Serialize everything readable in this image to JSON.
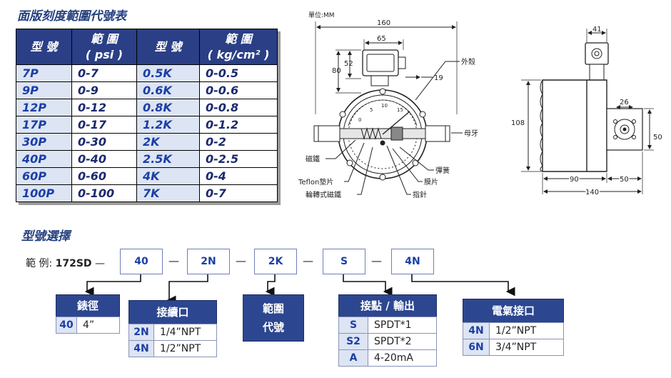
{
  "range_section": {
    "title": "面版刻度範圍代號表"
  },
  "range_table": {
    "headers": {
      "model": "型 號",
      "range_label": "範 圍",
      "psi_unit": "( psi )",
      "kg_unit": "( kg/cm² )"
    },
    "rows": [
      {
        "psi_model": "7P",
        "psi_range": "0-7",
        "kg_model": "0.5K",
        "kg_range": "0-0.5"
      },
      {
        "psi_model": "9P",
        "psi_range": "0-9",
        "kg_model": "0.6K",
        "kg_range": "0-0.6"
      },
      {
        "psi_model": "12P",
        "psi_range": "0-12",
        "kg_model": "0.8K",
        "kg_range": "0-0.8"
      },
      {
        "psi_model": "17P",
        "psi_range": "0-17",
        "kg_model": "1.2K",
        "kg_range": "0-1.2"
      },
      {
        "psi_model": "30P",
        "psi_range": "0-30",
        "kg_model": "2K",
        "kg_range": "0-2"
      },
      {
        "psi_model": "40P",
        "psi_range": "0-40",
        "kg_model": "2.5K",
        "kg_range": "0-2.5"
      },
      {
        "psi_model": "60P",
        "psi_range": "0-60",
        "kg_model": "4K",
        "kg_range": "0-4"
      },
      {
        "psi_model": "100P",
        "psi_range": "0-100",
        "kg_model": "7K",
        "kg_range": "0-7"
      }
    ]
  },
  "diagram": {
    "unit_note": "單位:MM",
    "dims": {
      "w160": "160",
      "w65": "65",
      "h52": "52",
      "h80": "80",
      "d19": "19",
      "w41": "41",
      "h108": "108",
      "w26": "26",
      "h50": "50",
      "w90": "90",
      "w50": "50",
      "w140": "140"
    },
    "labels": {
      "housing": "外殼",
      "female_thread": "母牙",
      "magnet": "磁鐵",
      "spring": "彈簧",
      "teflon": "Teflon墊片",
      "diaphragm": "膜片",
      "wheel_magnet": "輪轉式磁鐵",
      "pointer": "指針"
    },
    "scale": {
      "t0": "0",
      "t5": "5",
      "t10": "10",
      "t15": "15"
    }
  },
  "selection": {
    "title": "型號選擇",
    "example_label": "範 例:",
    "example_code": "172SD",
    "dash": "—",
    "example_parts": [
      "40",
      "2N",
      "2K",
      "S",
      "4N"
    ],
    "dial": {
      "header": "錶徑",
      "rows": [
        {
          "code": "40",
          "desc": "4”"
        }
      ]
    },
    "connection": {
      "header": "接續口",
      "rows": [
        {
          "code": "2N",
          "desc": "1/4”NPT"
        },
        {
          "code": "4N",
          "desc": "1/2”NPT"
        }
      ]
    },
    "range_code": {
      "header_line1": "範圍",
      "header_line2": "代號"
    },
    "contact": {
      "header": "接點 / 輸出",
      "rows": [
        {
          "code": "S",
          "desc": "SPDT*1"
        },
        {
          "code": "S2",
          "desc": "SPDT*2"
        },
        {
          "code": "A",
          "desc": "4-20mA"
        }
      ]
    },
    "electrical": {
      "header": "電氣接口",
      "rows": [
        {
          "code": "4N",
          "desc": "1/2”NPT"
        },
        {
          "code": "6N",
          "desc": "3/4”NPT"
        }
      ]
    }
  }
}
